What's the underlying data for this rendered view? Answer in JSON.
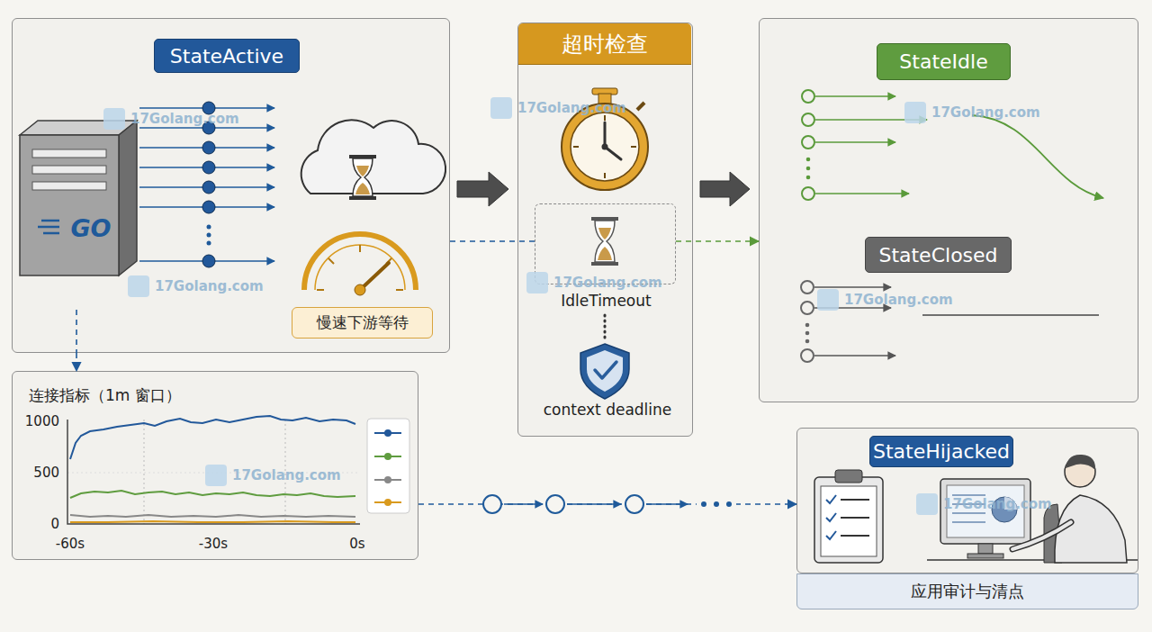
{
  "diagram": {
    "nodes": [
      {
        "text": [
          "StateActive"
        ]
      },
      {
        "text": [
          "慢速下游等待"
        ],
        "in": 0
      },
      {
        "text": [
          "超时检查"
        ]
      },
      {
        "text": [
          "IdleTimeout"
        ],
        "in": 2
      },
      {
        "text": [
          "StateIdle"
        ]
      },
      {
        "text": [
          "StateClosed"
        ],
        "in": 4
      },
      {
        "text": [
          "连接指标（1m 窗口）"
        ]
      },
      {
        "text": [
          "StateHijacked"
        ]
      },
      {
        "text": [
          "应用审计与清点"
        ]
      }
    ],
    "edges": [
      {
        "from": 0,
        "to": 2,
        "arrow": "to"
      },
      {
        "from": 2,
        "to": 4,
        "arrow": "to"
      },
      {
        "from": 0,
        "to": 6,
        "arrow": "to"
      },
      {
        "from": 6,
        "to": 7,
        "arrow": "to"
      },
      {
        "from": 0,
        "to": 3,
        "arrow": "none"
      },
      {
        "from": 3,
        "to": 4,
        "arrow": "to"
      }
    ],
    "labels": [
      "17Golang.com",
      "17Golang.com",
      "17Golang.com",
      "17Golang.com",
      "17Golang.com",
      "17Golang.com",
      "17Golang.com",
      "17Golang.com",
      "context deadline",
      "GO",
      "1000",
      "500",
      "0",
      "-60s",
      "-30s",
      "0s"
    ]
  }
}
